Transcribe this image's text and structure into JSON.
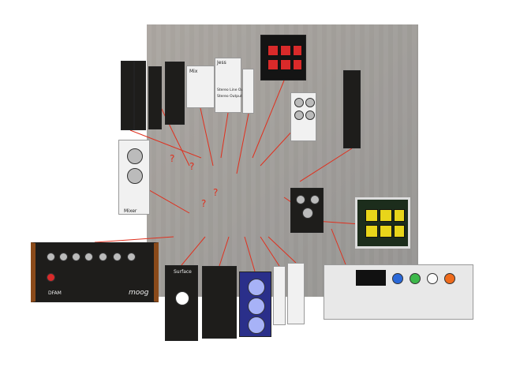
{
  "colors": {
    "accent_red": "#d92a2a",
    "accent_yellow": "#e8d51a",
    "moog_orange": "#c46a1c",
    "line_red": "#e0301e"
  },
  "modules": {
    "jess_panel_title": "Jess",
    "jess_line1": "Stereo Line Out",
    "jess_line2": "Stereo Output",
    "mini_panel_title": "Mix",
    "surface_title": "Surface",
    "moog_brand": "moog",
    "moog_model": "DFAM",
    "mixer_label": "Mixer"
  },
  "icons": [
    "question-mark-icon",
    "power-icon"
  ]
}
